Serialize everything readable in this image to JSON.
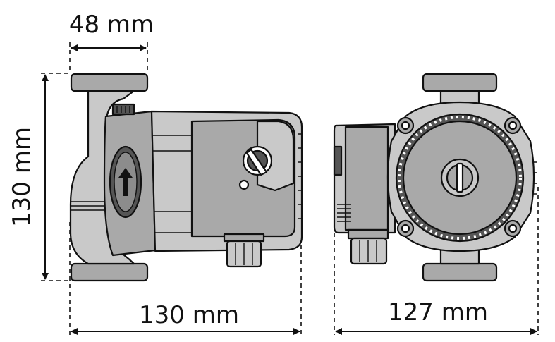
{
  "dimensions": {
    "flange_width": "48 mm",
    "height": "130 mm",
    "side_length": "130 mm",
    "front_width": "127 mm"
  },
  "colors": {
    "body_grey": "#a9a9a9",
    "light_grey": "#c9c9c9",
    "dark_grey": "#555555",
    "outline": "#111111"
  }
}
